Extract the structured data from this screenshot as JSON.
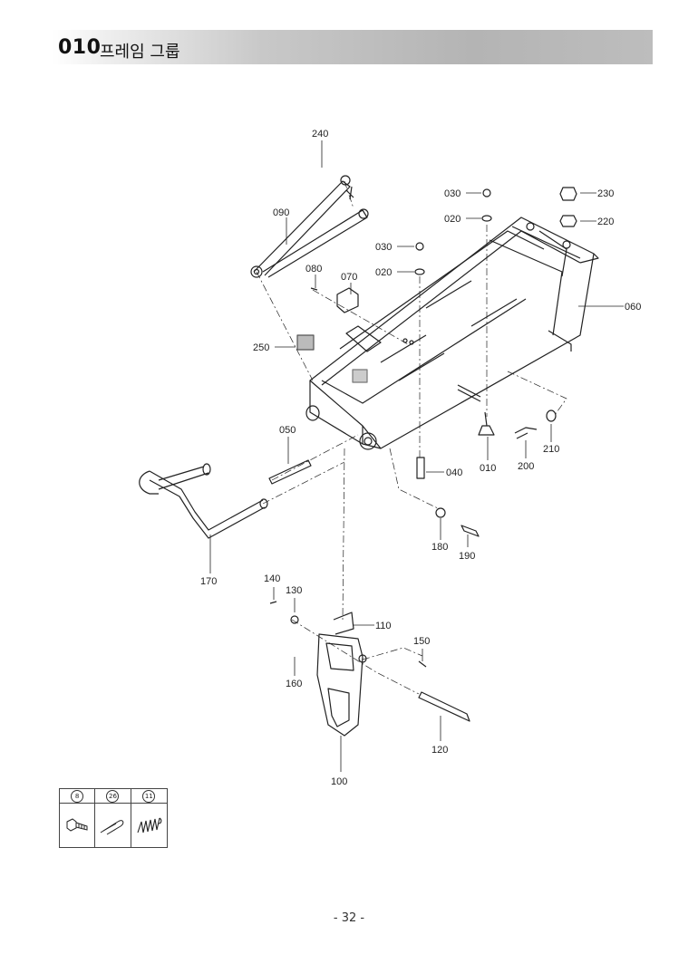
{
  "header": {
    "code": "010",
    "title": "프레임 그룹"
  },
  "callouts": {
    "c240": "240",
    "c090": "090",
    "c080": "080",
    "c070": "070",
    "c030a": "030",
    "c020a": "020",
    "c030b": "030",
    "c020b": "020",
    "c230": "230",
    "c220": "220",
    "c060": "060",
    "c250": "250",
    "c050": "050",
    "c040": "040",
    "c010": "010",
    "c200": "200",
    "c210": "210",
    "c180": "180",
    "c190": "190",
    "c170": "170",
    "c140": "140",
    "c130": "130",
    "c110": "110",
    "c150": "150",
    "c160": "160",
    "c120": "120",
    "c100": "100"
  },
  "legend": [
    {
      "code": "8",
      "icon": "bolt-icon"
    },
    {
      "code": "26",
      "icon": "cotter-pin-icon"
    },
    {
      "code": "11",
      "icon": "spring-icon"
    }
  ],
  "page": {
    "number": "- 32 -"
  }
}
